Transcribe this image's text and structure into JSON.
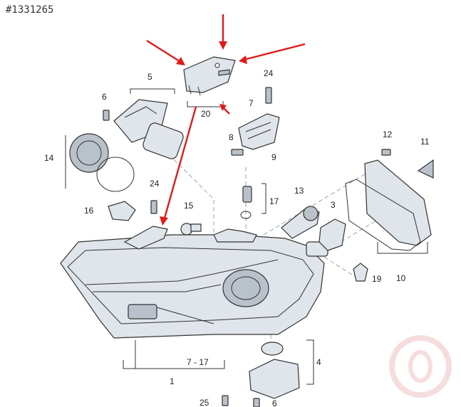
{
  "reference_number": "#1331265",
  "callouts": {
    "c1": "1",
    "c3": "3",
    "c4": "4",
    "c5": "5",
    "c6a": "6",
    "c6b": "6",
    "c7": "7",
    "c7_17": "7 - 17",
    "c8": "8",
    "c9": "9",
    "c10": "10",
    "c11": "11",
    "c12": "12",
    "c13": "13",
    "c14": "14",
    "c15": "15",
    "c16": "16",
    "c17": "17",
    "c19": "19",
    "c20": "20",
    "c24a": "24",
    "c24b": "24",
    "c25": "25"
  },
  "colors": {
    "arrow": "#e01b1b",
    "part_fill": "#dfe5ea",
    "part_dark": "#b9c2ca",
    "leader_dash": "#8ea6b8",
    "watermark": "#e8a0a0"
  }
}
